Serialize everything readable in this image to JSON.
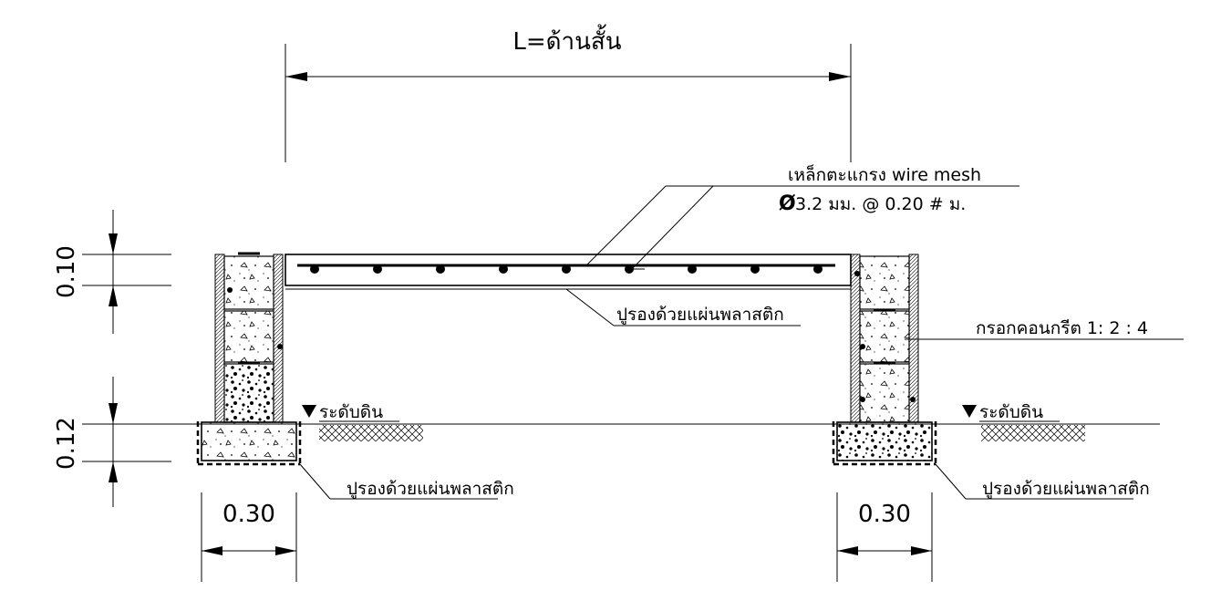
{
  "labels": {
    "span_dimension": "L=ด้านสั้น",
    "mesh_line1": "เหล็กตะแกรง wire mesh",
    "mesh_symbol": "Ø",
    "mesh_line2": "3.2 มม. @ 0.20 # ม.",
    "slab_underlay": "ปูรองด้วยแผ่นพลาสติก",
    "block_fill": "กรอกคอนกรีต 1: 2 : 4",
    "ground_left": "ระดับดิน",
    "ground_right": "ระดับดิน",
    "footing_underlay_left": "ปูรองด้วยแผ่นพลาสติก",
    "footing_underlay_right": "ปูรองด้วยแผ่นพลาสติก",
    "slab_thickness": "0.10",
    "footing_thickness": "0.12",
    "footing_width_left": "0.30",
    "footing_width_right": "0.30"
  }
}
